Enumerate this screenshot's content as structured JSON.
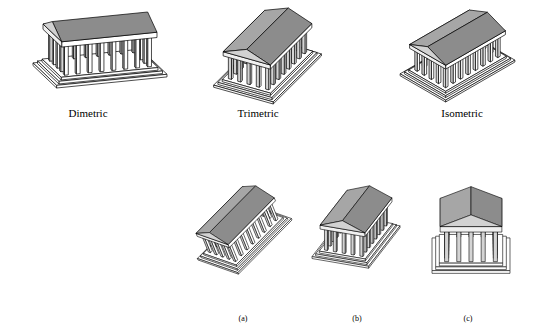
{
  "diagram": {
    "labels": [
      "Dimetric",
      "Trimetric",
      "Isometric",
      "(a)",
      "(b)",
      "(c)"
    ]
  }
}
